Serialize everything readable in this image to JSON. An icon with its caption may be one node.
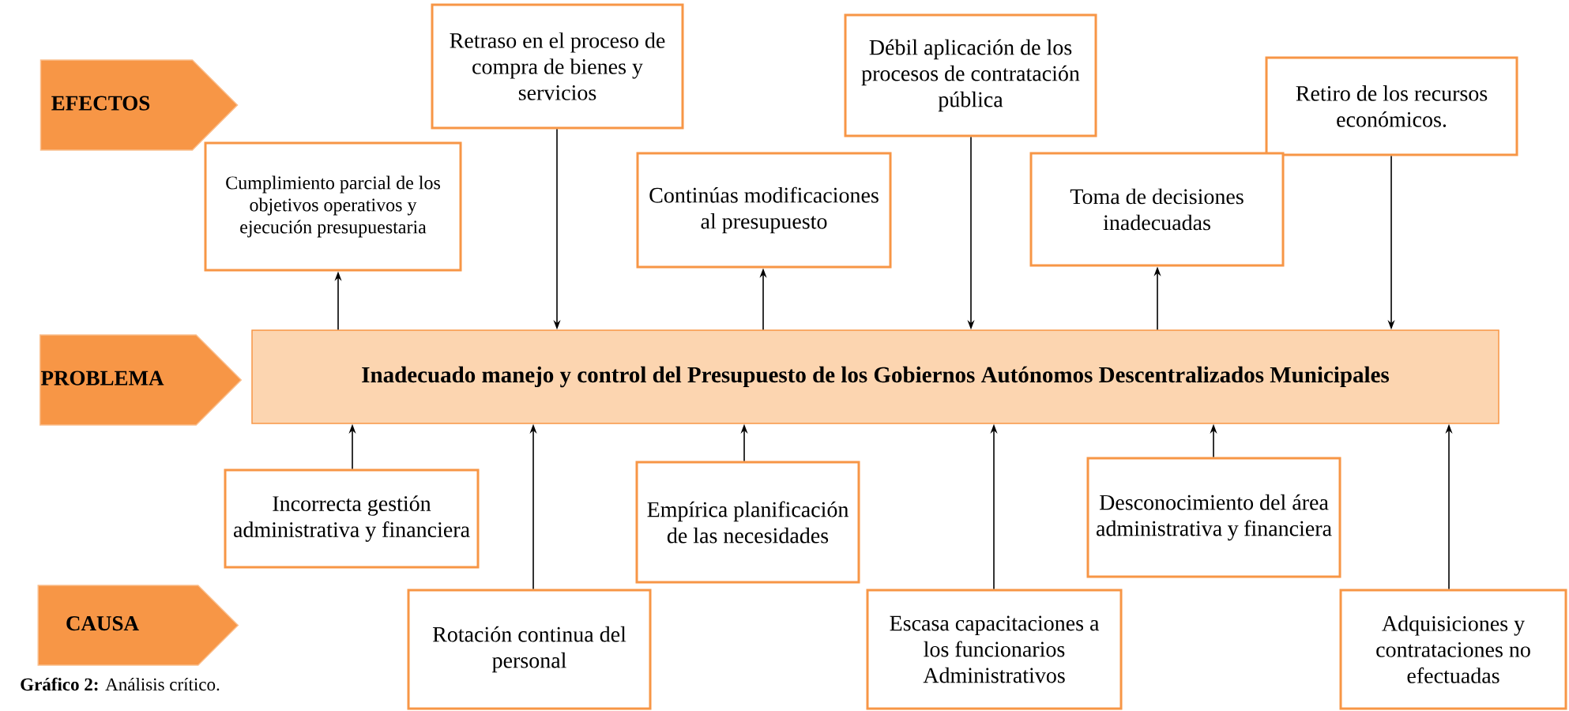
{
  "diagram": {
    "caption": "**Gráfico 2:** Análisis crítico.",
    "nodes": [
      {
        "text": [
          "EFECTOS"
        ]
      },
      {
        "text": [
          "Retraso en el proceso de compra de bienes y servicios"
        ]
      },
      {
        "text": [
          "Débil aplicación de los procesos de contratación pública"
        ]
      },
      {
        "text": [
          "Retiro de los recursos económicos."
        ]
      },
      {
        "text": [
          "Cumplimiento parcial de los objetivos operativos y ejecución presupuestaria"
        ]
      },
      {
        "text": [
          "Continúas modificaciones al presupuesto"
        ]
      },
      {
        "text": [
          "Toma de decisiones inadecuadas"
        ]
      },
      {
        "text": [
          "PROBLEMA"
        ]
      },
      {
        "text": [
          "Inadecuado manejo y control del Presupuesto de los Gobiernos Autónomos Descentralizados Municipales"
        ]
      },
      {
        "text": [
          "Incorrecta gestión administrativa y financiera"
        ]
      },
      {
        "text": [
          "Empírica planificación de las necesidades"
        ]
      },
      {
        "text": [
          "Desconocimiento del área administrativa y financiera"
        ]
      },
      {
        "text": [
          "CAUSA"
        ]
      },
      {
        "text": [
          "Rotación continua del personal"
        ]
      },
      {
        "text": [
          "Escasa capacitaciones a los funcionarios Administrativos"
        ]
      },
      {
        "text": [
          "Adquisiciones y contrataciones no efectuadas"
        ]
      }
    ],
    "edges": [
      {
        "from": 1,
        "to": 8,
        "arrow": "to"
      },
      {
        "from": 2,
        "to": 8,
        "arrow": "to"
      },
      {
        "from": 3,
        "to": 8,
        "arrow": "to"
      },
      {
        "from": 8,
        "to": 4,
        "arrow": "to"
      },
      {
        "from": 8,
        "to": 5,
        "arrow": "to"
      },
      {
        "from": 8,
        "to": 6,
        "arrow": "to"
      },
      {
        "from": 9,
        "to": 8,
        "arrow": "to"
      },
      {
        "from": 10,
        "to": 8,
        "arrow": "to"
      },
      {
        "from": 11,
        "to": 8,
        "arrow": "to"
      },
      {
        "from": 13,
        "to": 8,
        "arrow": "to"
      },
      {
        "from": 14,
        "to": 8,
        "arrow": "to"
      },
      {
        "from": 15,
        "to": 8,
        "arrow": "to"
      }
    ]
  }
}
